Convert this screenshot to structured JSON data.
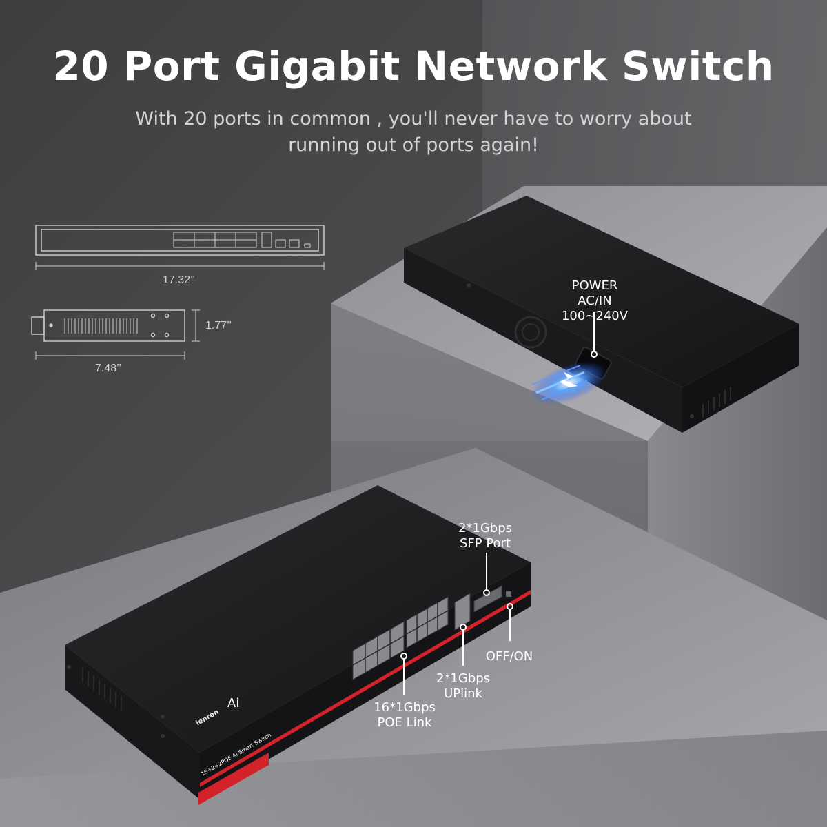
{
  "header": {
    "title": "20 Port Gigabit Network Switch",
    "subtitle_line1": "With 20 ports in common , you'll never have to worry about",
    "subtitle_line2": "running out of ports again!"
  },
  "dimensions": {
    "width_label": "17.32’’",
    "height_label": "1.77’’",
    "depth_label": "7.48’’"
  },
  "callouts": {
    "power_line1": "POWER",
    "power_line2": "AC/IN 100~240V",
    "sfp_line1": "2*1Gbps",
    "sfp_line2": "SFP Port",
    "switch_label": "OFF/ON",
    "uplink_line1": "2*1Gbps",
    "uplink_line2": "UPlink",
    "poe_line1": "16*1Gbps",
    "poe_line2": "POE Link"
  },
  "device_face": {
    "brand": "ienron",
    "ai_mark": "Ai",
    "model_strip": "16+2+2POE AI Smart Switch"
  },
  "colors": {
    "background": "#4a4a4c",
    "device_body": "#1c1c1e",
    "accent_red": "#d4222a",
    "power_glow": "#3a8cff",
    "text": "#ffffff"
  }
}
